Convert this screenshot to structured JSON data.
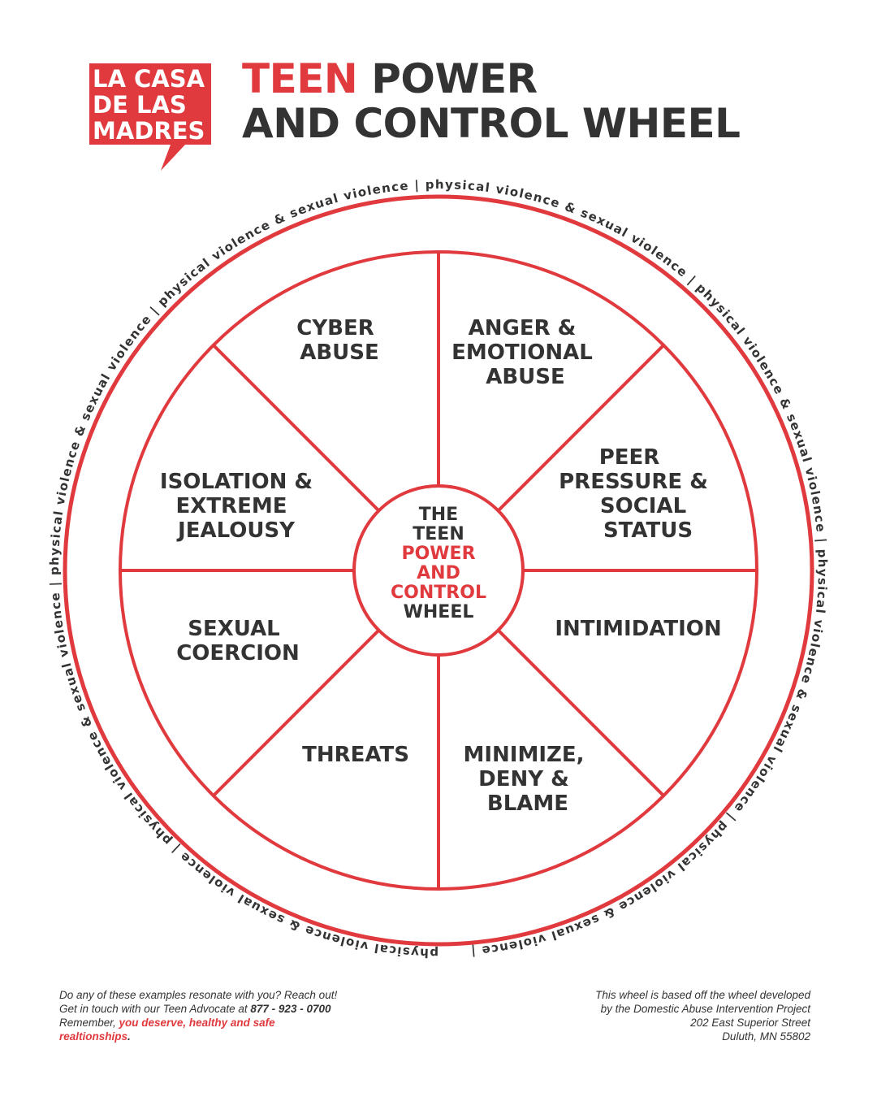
{
  "logo": {
    "line1": "LA CASA",
    "line2": "DE LAS",
    "line3": "MADRES",
    "color": "#e03a3e"
  },
  "title": {
    "red_word": "TEEN",
    "line1_rest": "POWER",
    "line2": "AND CONTROL WHEEL"
  },
  "center": {
    "line1": "THE",
    "line2": "TEEN",
    "line3": "POWER",
    "line4": "AND",
    "line5": "CONTROL",
    "line6": "WHEEL"
  },
  "segments": [
    {
      "lines": [
        "CYBER",
        "ABUSE"
      ]
    },
    {
      "lines": [
        "ANGER &",
        "EMOTIONAL",
        "ABUSE"
      ]
    },
    {
      "lines": [
        "PEER",
        "PRESSURE &",
        "SOCIAL",
        "STATUS"
      ]
    },
    {
      "lines": [
        "INTIMIDATION"
      ]
    },
    {
      "lines": [
        "MINIMIZE,",
        "DENY &",
        "BLAME"
      ]
    },
    {
      "lines": [
        "THREATS"
      ]
    },
    {
      "lines": [
        "SEXUAL",
        "COERCION"
      ]
    },
    {
      "lines": [
        "ISOLATION &",
        "EXTREME",
        "JEALOUSY"
      ]
    }
  ],
  "ring": {
    "phrase": "physical violence & sexual violence",
    "separator": "|",
    "color": "#e03a3e"
  },
  "footer_left": {
    "line1": "Do any of these examples resonate with you? Reach out!",
    "line2_prefix": "Get in touch with our Teen Advocate at ",
    "phone": "877 - 923 - 0700",
    "line3_prefix": "Remember, ",
    "highlight_1": "you deserve, healthy and safe",
    "highlight_2": "realtionships",
    "end_punct": "."
  },
  "footer_right": {
    "line1": "This wheel is based off the wheel developed",
    "line2": "by the Domestic Abuse Intervention Project",
    "line3": "202 East Superior Street",
    "line4": "Duluth, MN 55802"
  },
  "colors": {
    "accent": "#e03a3e",
    "text": "#333333"
  }
}
